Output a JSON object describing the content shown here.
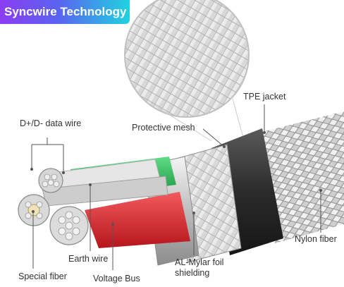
{
  "brand": {
    "name": "Syncwire Technology"
  },
  "labels": {
    "tpe_jacket": "TPE jacket",
    "data_wire": "D+/D- data wire",
    "protective_mesh": "Protective mesh",
    "nylon_fiber": "Nylon fiber",
    "earth_wire": "Earth wire",
    "al_mylar_line1": "AL-Mylar foil",
    "al_mylar_line2": "shielding",
    "special_fiber": "Special fiber",
    "voltage_bus": "Voltage Bus"
  },
  "colors": {
    "banner_start": "#8a3df2",
    "banner_end": "#1fd3e0",
    "wire_green": "#22b84f",
    "wire_red": "#e0242a",
    "jacket": "#2f2f2f",
    "foil": "#c9c9c9",
    "callout_line": "#555555"
  }
}
